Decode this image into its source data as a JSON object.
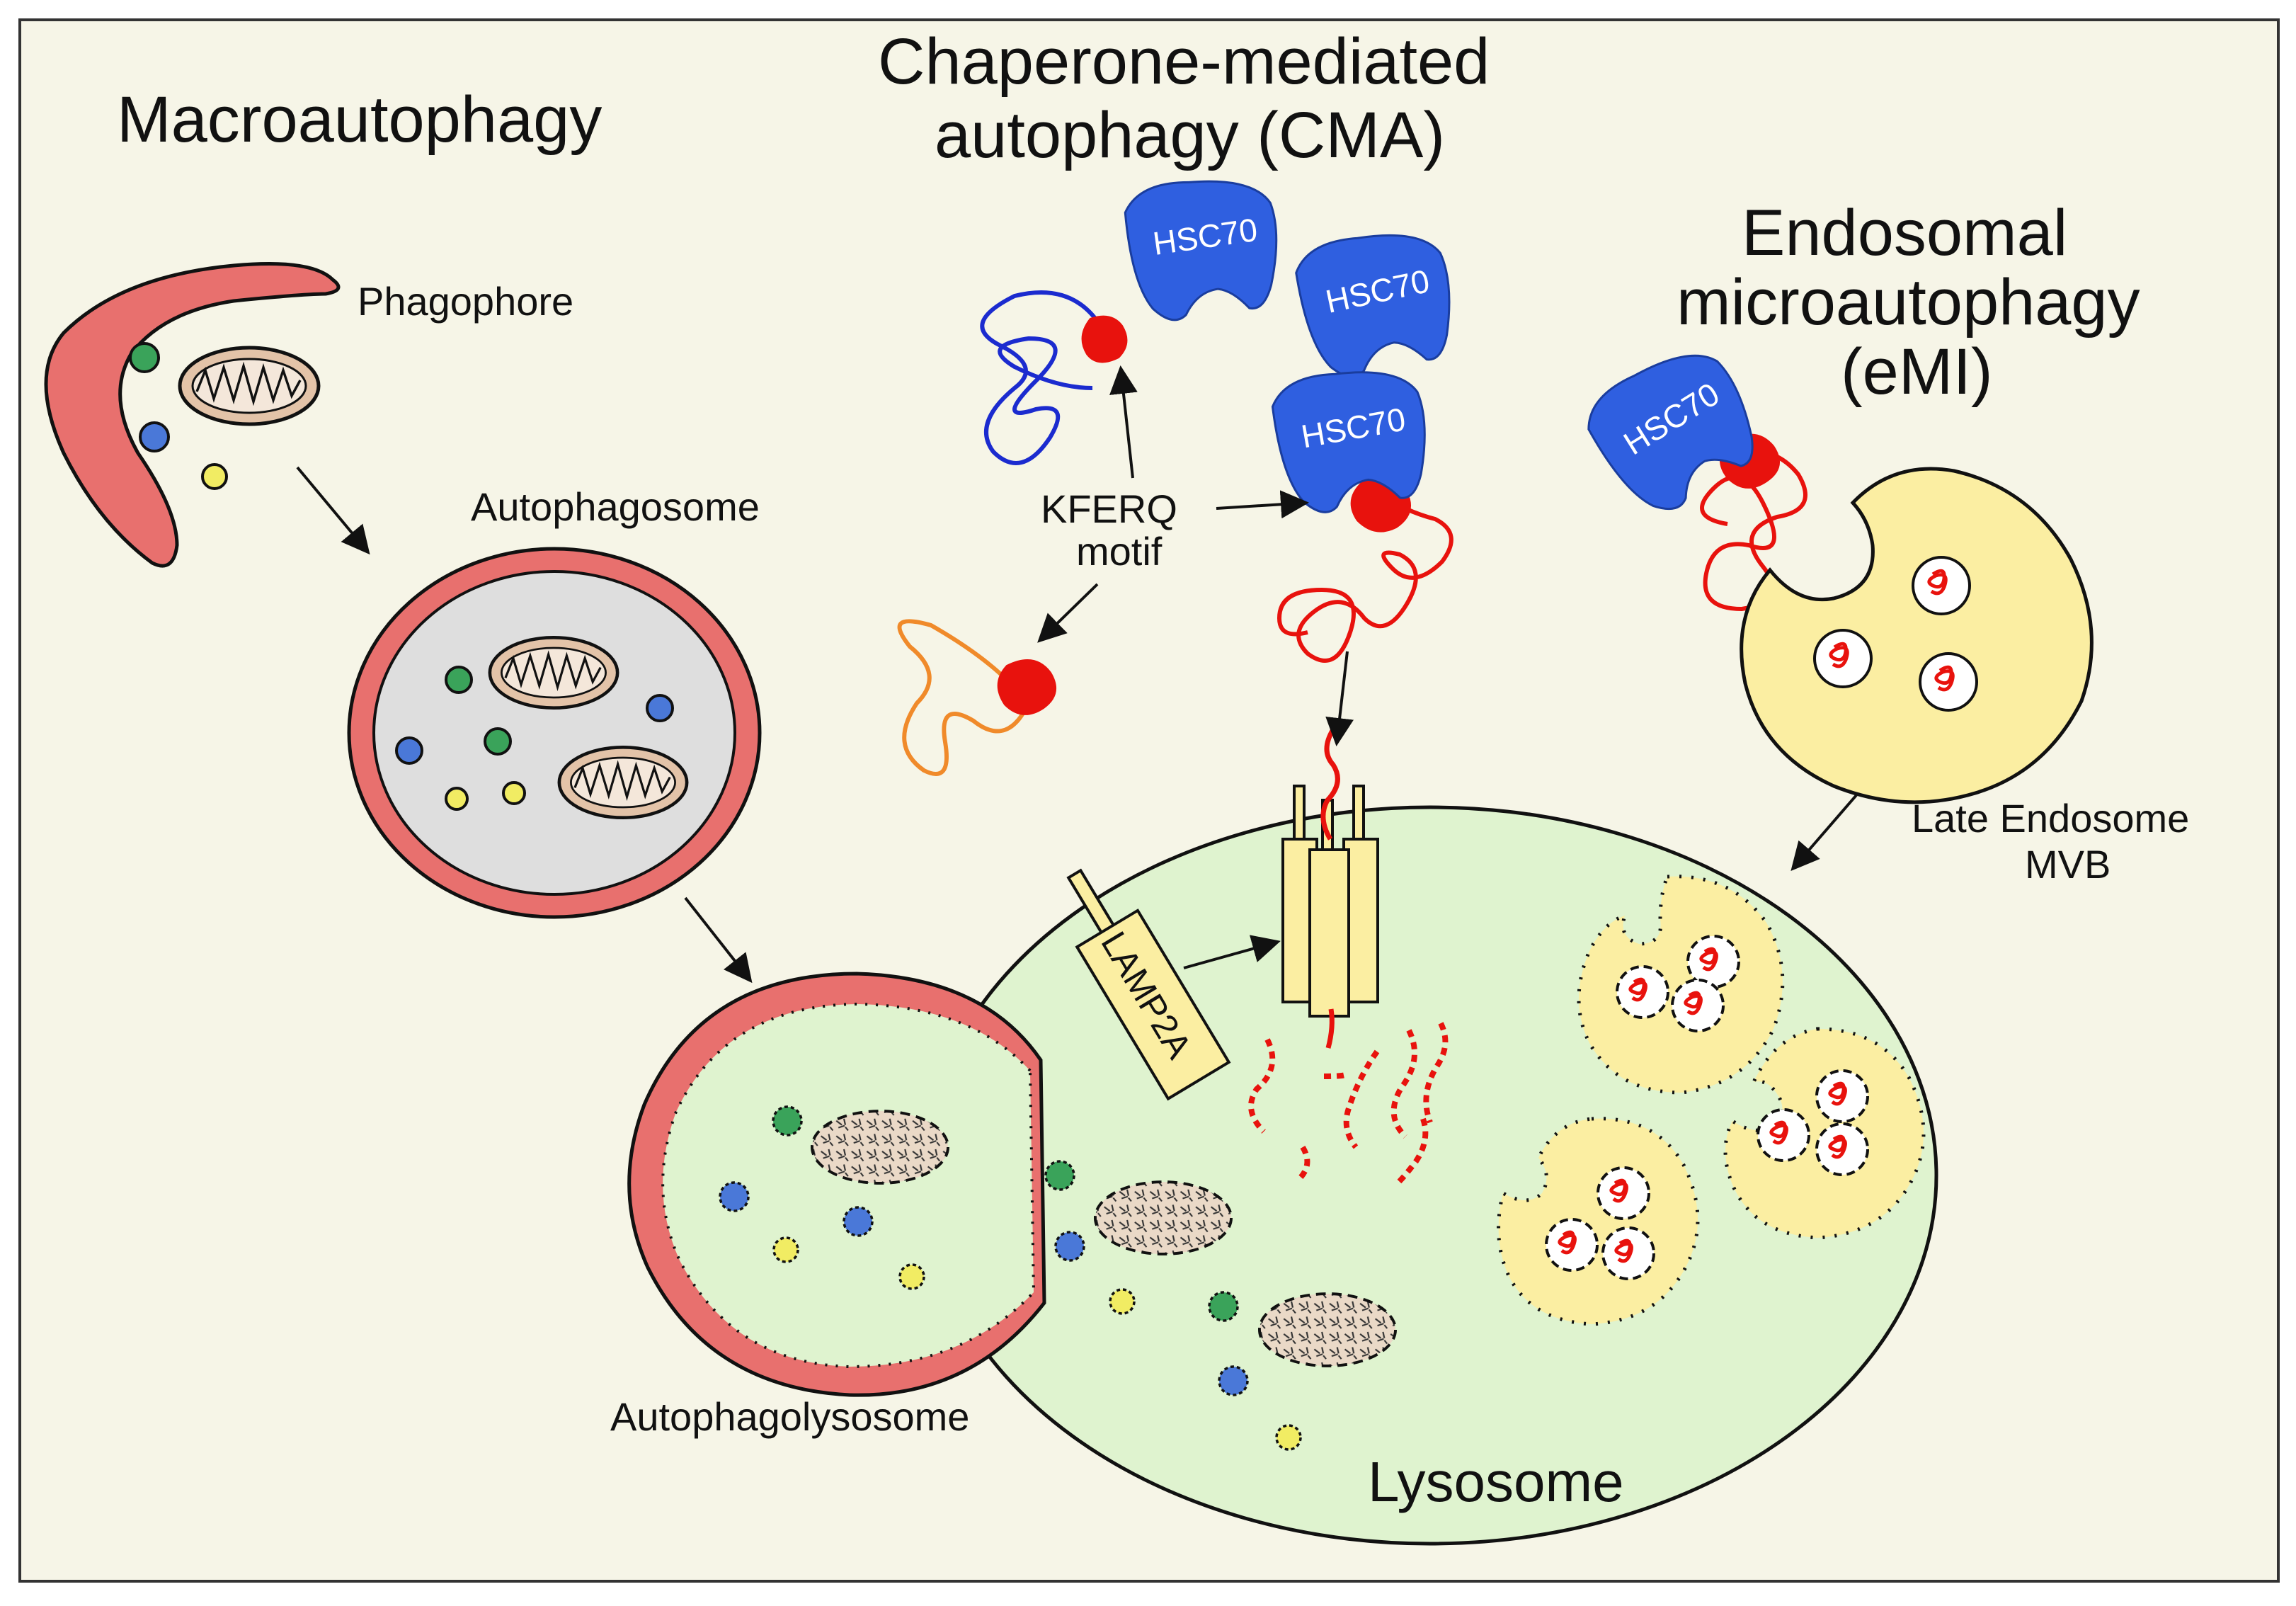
{
  "headings": {
    "macroautophagy": "Macroautophagy",
    "cma_line1": "Chaperone-mediated",
    "cma_line2": "autophagy (CMA)",
    "emi_line1": "Endosomal",
    "emi_line2": "microautophagy",
    "emi_line3": "(eMI)"
  },
  "labels": {
    "phagophore": "Phagophore",
    "autophagosome": "Autophagosome",
    "autophagolysosome": "Autophagolysosome",
    "lysosome": "Lysosome",
    "kferq_line1": "KFERQ",
    "kferq_line2": "motif",
    "late_endosome_line1": "Late Endosome",
    "late_endosome_line2": "MVB",
    "lamp2a": "LAMP2A",
    "hsc70": "HSC70"
  },
  "colors": {
    "background": "#f6f5e7",
    "membrane_red": "#e8706e",
    "lysosome_green": "#dff3cf",
    "autophagosome_grey": "#dedede",
    "hsc70_blue": "#2f5fe0",
    "endosome_yellow": "#fbeea2",
    "cargo_green": "#3aa35a",
    "cargo_blue": "#4a78d8",
    "cargo_yellow": "#f1ec63",
    "substrate_red": "#e8120d",
    "substrate_orange": "#f08a2a",
    "substrate_blue": "#1b2bcf"
  }
}
